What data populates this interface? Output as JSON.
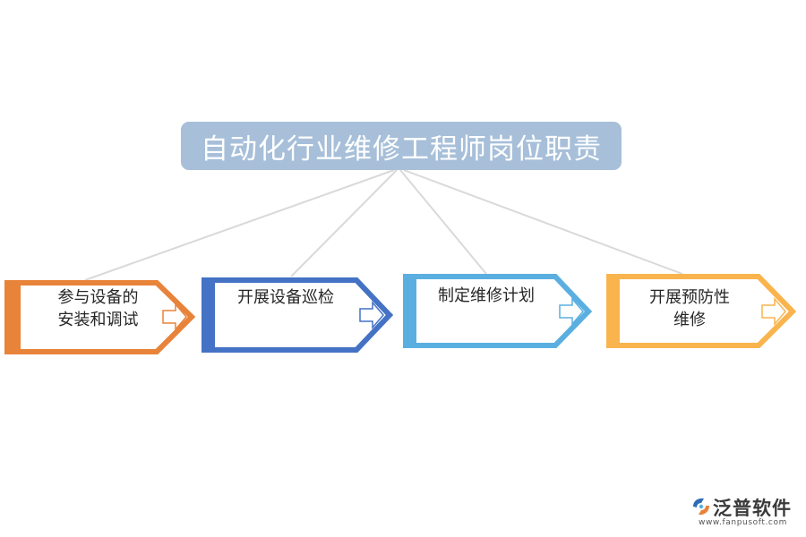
{
  "title": "自动化行业维修工程师岗位职责",
  "steps": [
    {
      "lines": [
        "参与设备的",
        "安装和调试"
      ],
      "color": "#e8833a"
    },
    {
      "lines": [
        "开展设备巡检"
      ],
      "color": "#4472c4"
    },
    {
      "lines": [
        "制定维修计划"
      ],
      "color": "#5aafe0"
    },
    {
      "lines": [
        "开展预防性",
        "维修"
      ],
      "color": "#f9b44e"
    }
  ],
  "brand": {
    "name": "泛普软件",
    "url": "www.fanpusoft.com"
  }
}
